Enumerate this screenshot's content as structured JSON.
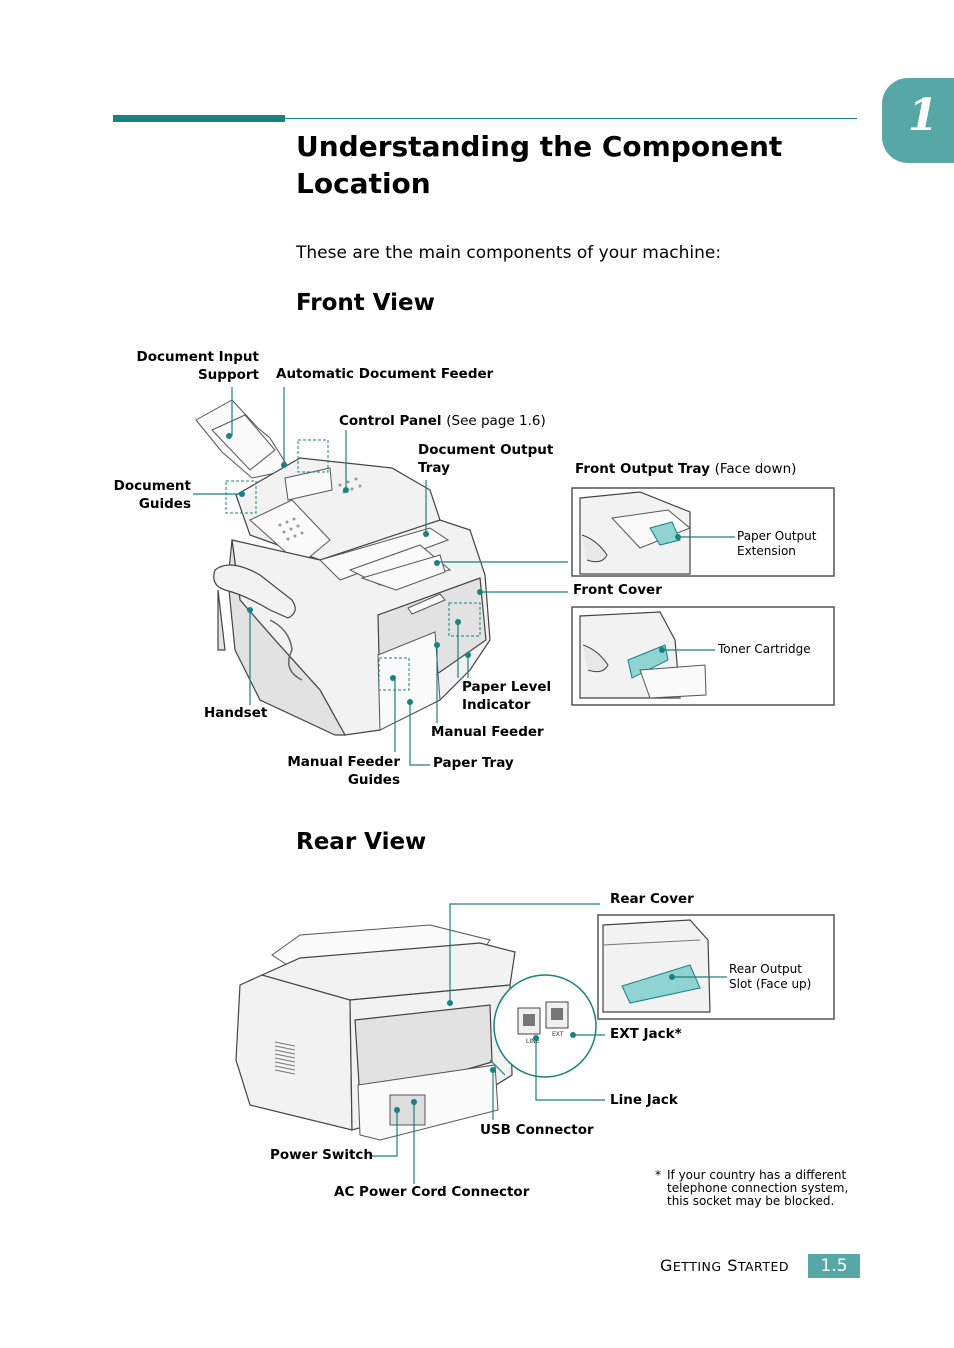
{
  "chapter_number": "1",
  "title": "Understanding the Component Location",
  "intro": "These are the main components of your machine:",
  "front_view": {
    "heading": "Front View",
    "labels": {
      "document_input_support": [
        "Document Input",
        "Support"
      ],
      "automatic_document_feeder": "Automatic Document Feeder",
      "control_panel": "Control Panel",
      "control_panel_note": "(See page 1.6)",
      "document_output_tray": [
        "Document Output",
        "Tray"
      ],
      "document_guides": [
        "Document",
        "Guides"
      ],
      "front_output_tray": "Front Output Tray",
      "front_output_tray_note": "(Face down)",
      "paper_output_extension": [
        "Paper Output",
        "Extension"
      ],
      "front_cover": "Front Cover",
      "toner_cartridge": "Toner Cartridge",
      "paper_level_indicator": [
        "Paper Level",
        "Indicator"
      ],
      "manual_feeder": "Manual Feeder",
      "handset": "Handset",
      "manual_feeder_guides": [
        "Manual Feeder",
        "Guides"
      ],
      "paper_tray": "Paper Tray"
    }
  },
  "rear_view": {
    "heading": "Rear View",
    "labels": {
      "rear_cover": "Rear Cover",
      "rear_output_slot": [
        "Rear Output",
        "Slot (Face up)"
      ],
      "ext_jack": "EXT Jack*",
      "line_jack": "Line Jack",
      "usb_connector": "USB Connector",
      "power_switch": "Power Switch",
      "ac_power_cord_connector": "AC Power Cord Connector",
      "jack_line_text": "LINE",
      "jack_ext_text": "EXT"
    },
    "footnote": {
      "marker": "*",
      "lines": [
        "If your country has a different",
        "telephone connection system,",
        "this socket may be blocked."
      ]
    }
  },
  "footer": {
    "section_first": "G",
    "section_first_rest": "ETTING",
    "section_second": "S",
    "section_second_rest": "TARTED",
    "page": "1.5"
  },
  "colors": {
    "accent": "#1a8080",
    "tab": "#58a7a7"
  }
}
